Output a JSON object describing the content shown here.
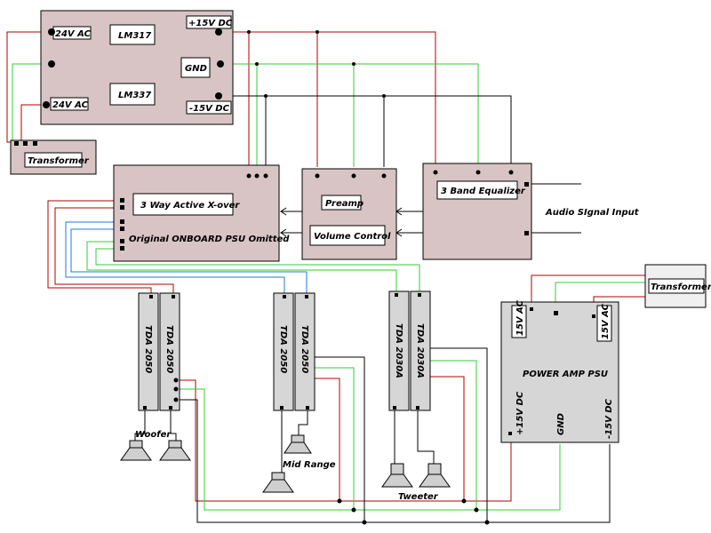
{
  "regulator": {
    "ac_top": "24V AC",
    "ac_bottom": "24V AC",
    "lm317": "LM317",
    "lm337": "LM337",
    "pos": "+15V DC",
    "gnd": "GND",
    "neg": "-15V DC"
  },
  "transformer_left": "Transformer",
  "transformer_right": "Transformer",
  "crossover": {
    "title": "3 Way Active X-over",
    "note": "Original  ONBOARD PSU Omitted"
  },
  "preamp": {
    "title": "Preamp",
    "volume": "Volume Control"
  },
  "equalizer": {
    "title": "3 Band Equalizer"
  },
  "audio_input": "Audio SIgnal Input",
  "amps": {
    "woofer_a": "TDA 2050",
    "woofer_b": "TDA 2050",
    "mid_a": "TDA 2050",
    "mid_b": "TDA 2050",
    "tw_a": "TDA 2030A",
    "tw_b": "TDA 2030A"
  },
  "speakers": {
    "woofer": "Woofer",
    "mid": "Mid Range",
    "tweeter": "Tweeter"
  },
  "psu": {
    "title": "POWER AMP PSU",
    "ac_left": "15V AC",
    "ac_right": "15V AC",
    "pos": "+15V DC",
    "gnd": "GND",
    "neg": "-15V DC"
  }
}
